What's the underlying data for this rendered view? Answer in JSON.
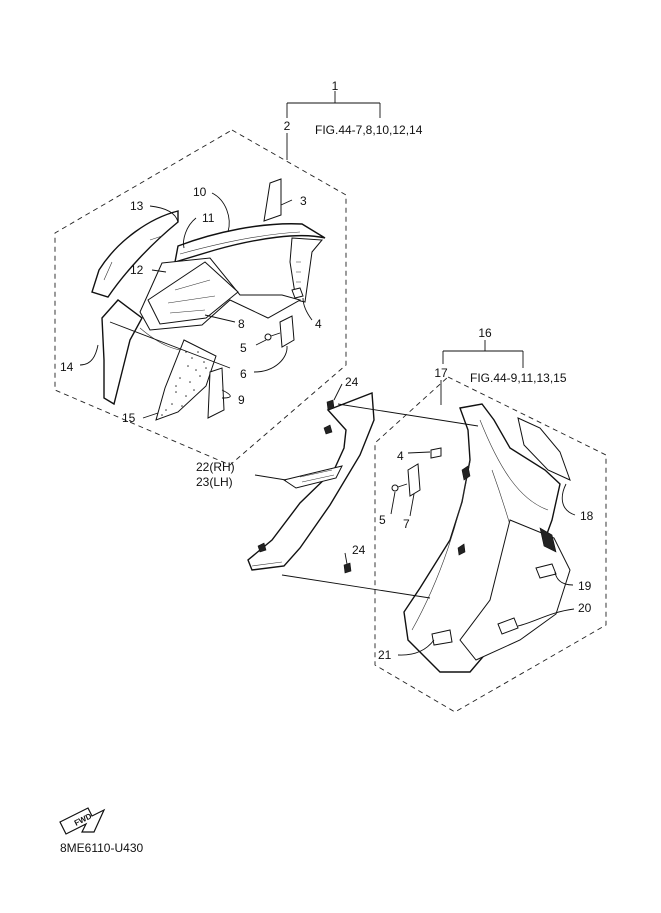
{
  "callouts": {
    "c1": "1",
    "c2": "2",
    "c3": "3",
    "c4a": "4",
    "c5a": "5",
    "c6": "6",
    "c7": "7",
    "c8": "8",
    "c9": "9",
    "c10": "10",
    "c11": "11",
    "c12": "12",
    "c13": "13",
    "c14": "14",
    "c15": "15",
    "c16": "16",
    "c17": "17",
    "c18": "18",
    "c19": "19",
    "c20": "20",
    "c21": "21",
    "c22": "22(RH)",
    "c23": "23(LH)",
    "c24a": "24",
    "c24b": "24",
    "c4b": "4",
    "c5b": "5"
  },
  "refs": {
    "left": "FIG.44-7,8,10,12,14",
    "right": "FIG.44-9,11,13,15"
  },
  "fwd_label": "FWD",
  "diagram_code": "8ME6110-U430"
}
